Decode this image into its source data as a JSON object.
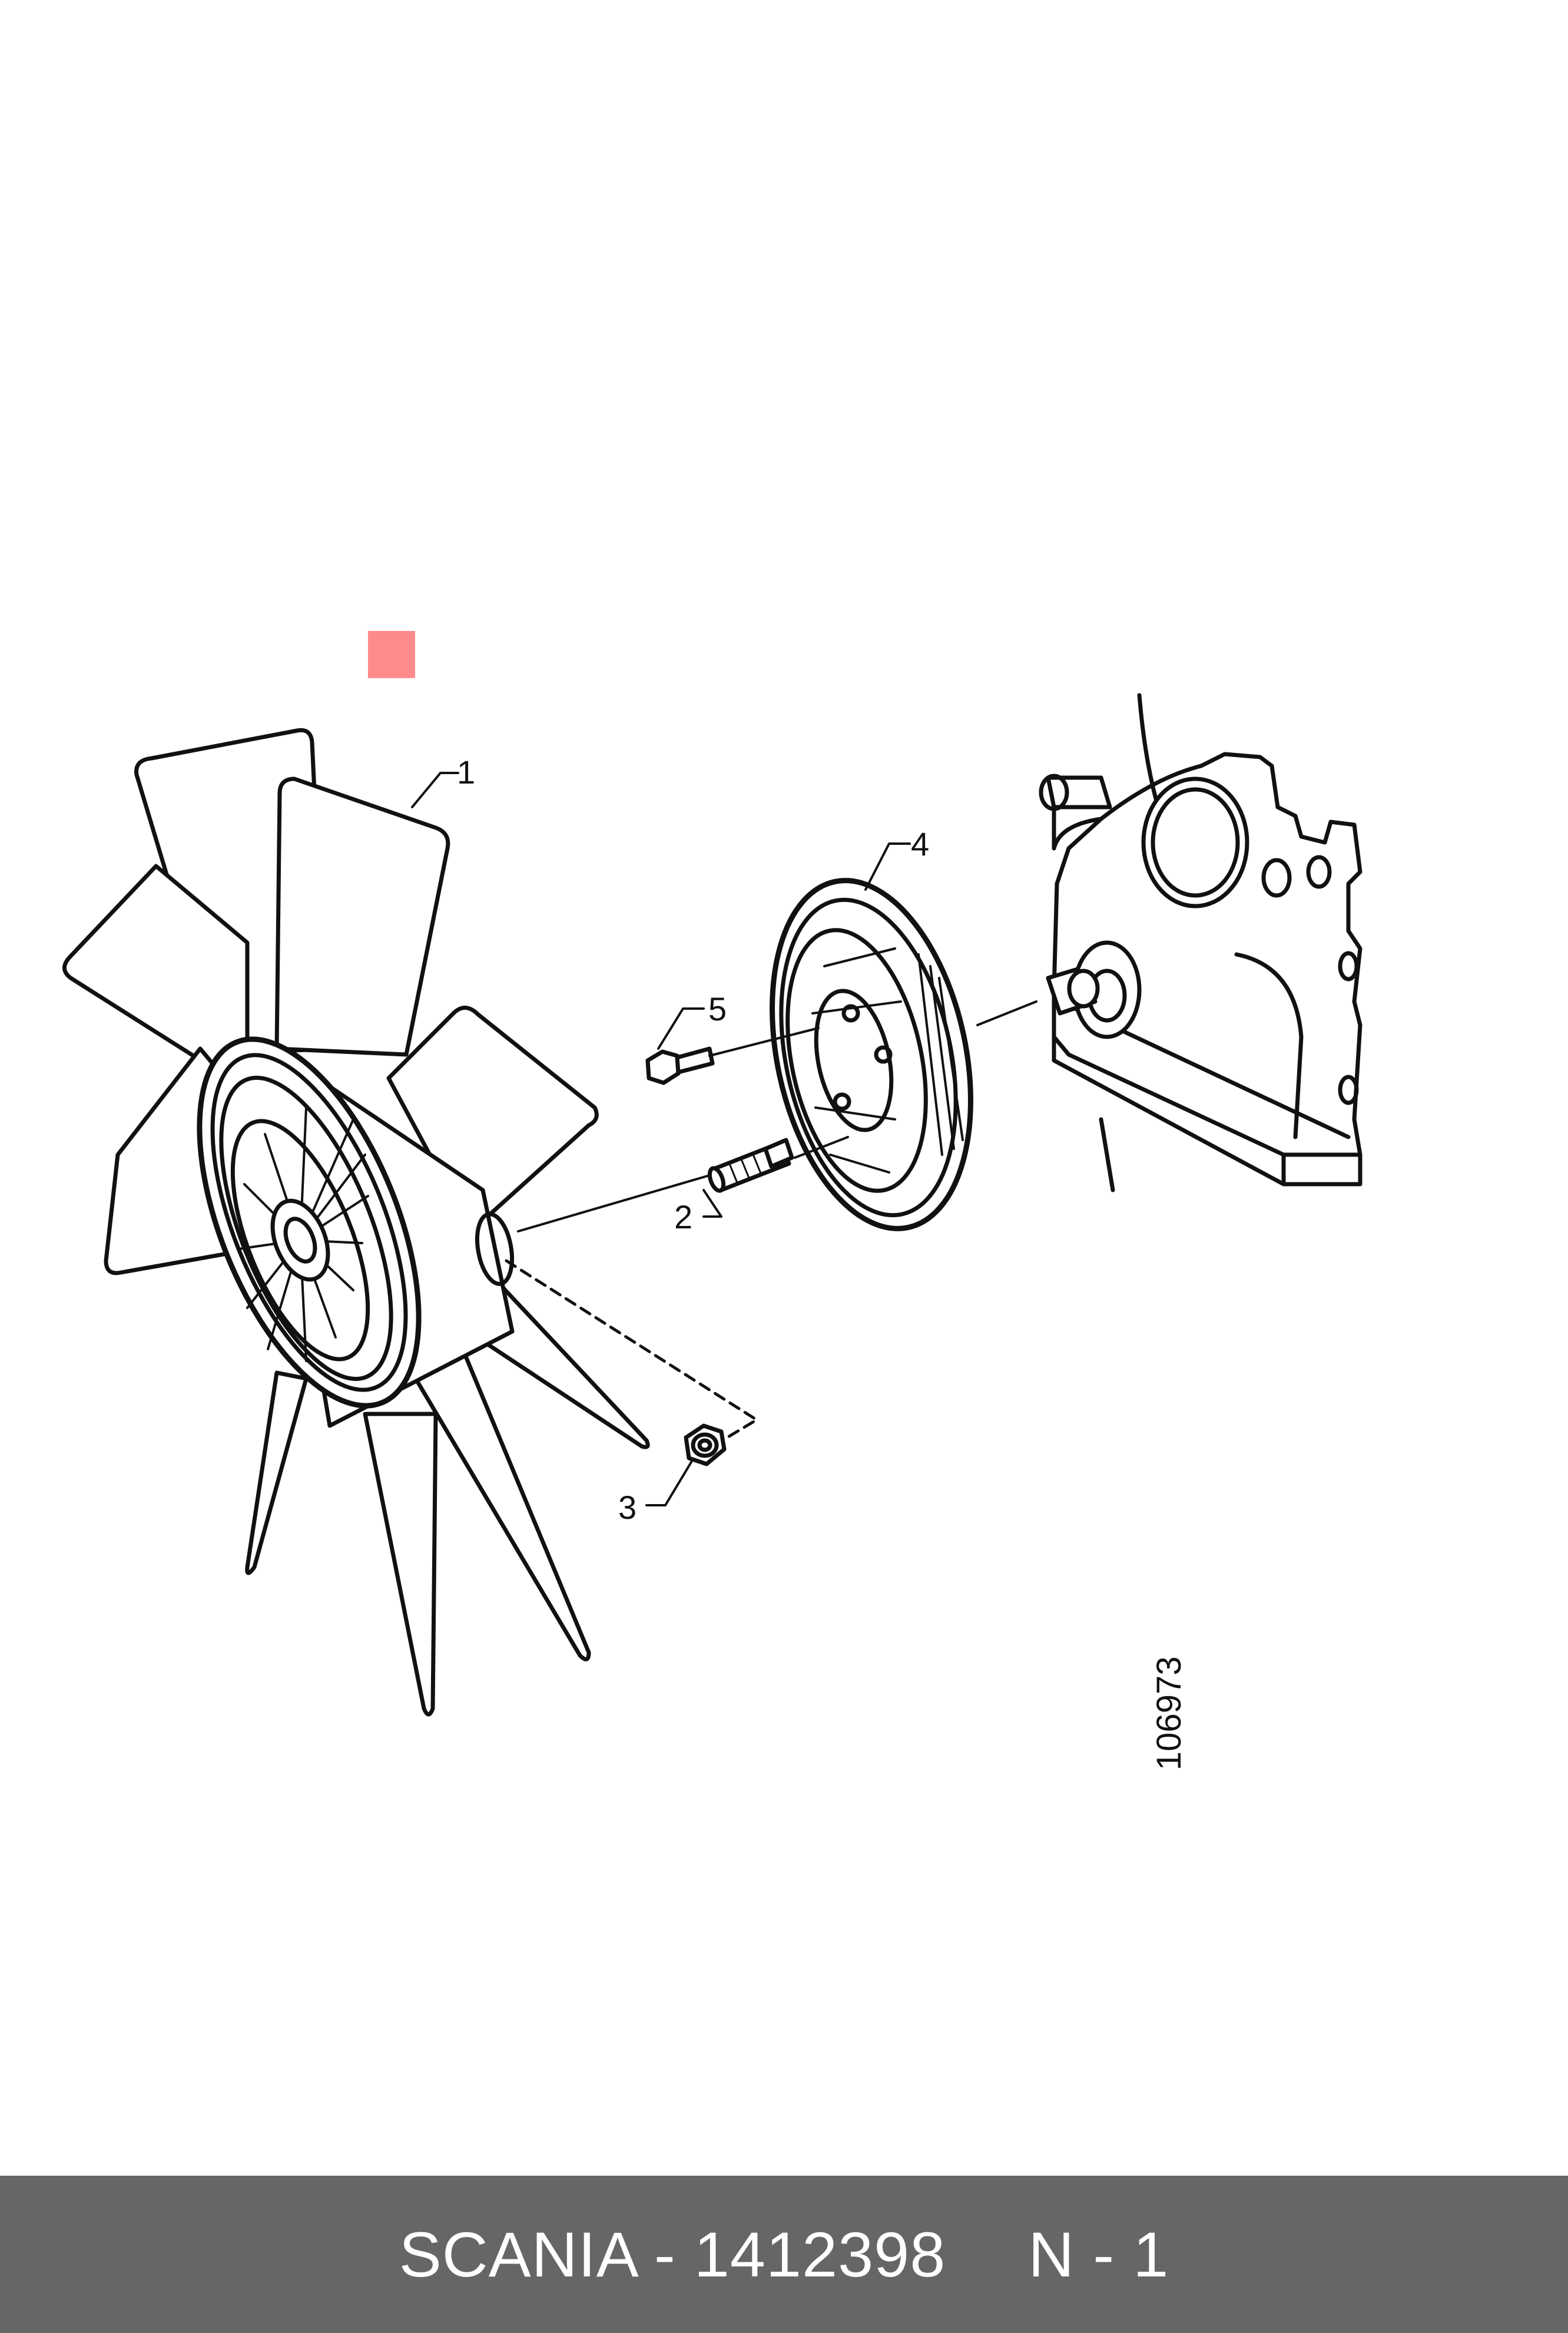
{
  "colors": {
    "footer_bg": "#666666",
    "footer_text": "#ffffff",
    "marker": "#ff8a8a",
    "line": "#111111",
    "background": "#ffffff"
  },
  "parts": {
    "fan": "1",
    "stud": "2",
    "nut": "3",
    "pulley": "4",
    "bolt": "5"
  },
  "drawing_number": "106973",
  "footer": {
    "brand_part": "SCANIA - 1412398",
    "page": "N - 1"
  }
}
